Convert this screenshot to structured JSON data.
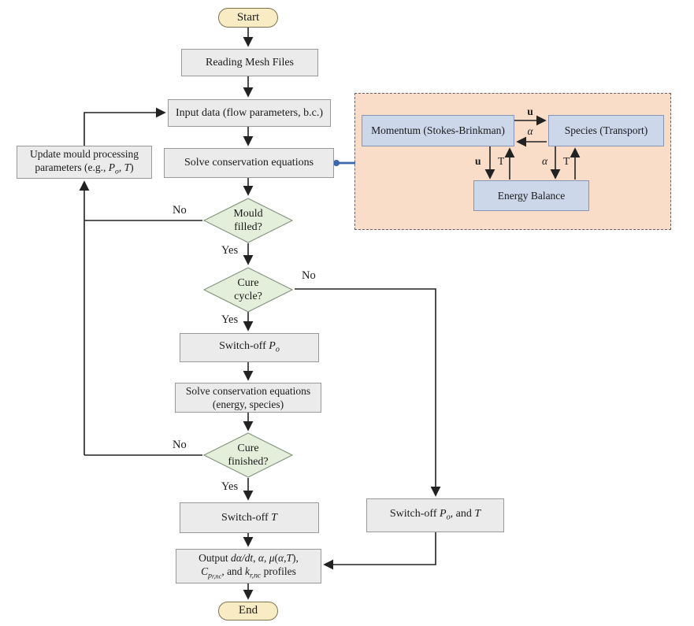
{
  "diagram": {
    "nodes": {
      "start": {
        "label": "Start"
      },
      "reading_mesh": {
        "label": "Reading Mesh Files"
      },
      "input_data": {
        "label": "Input data (flow parameters, b.c.)"
      },
      "solve_conservation": {
        "label": "Solve conservation equations"
      },
      "mould_filled": {
        "line1": "Mould",
        "line2": "filled?"
      },
      "cure_cycle": {
        "line1": "Cure",
        "line2": "cycle?"
      },
      "switch_off_po": {
        "label_rich": [
          {
            "c": "",
            "v": "Switch-off "
          },
          {
            "c": "it",
            "v": "P"
          },
          {
            "c": "sb",
            "v": "o"
          }
        ]
      },
      "solve_energy_species": {
        "line1": "Solve conservation equations",
        "line2": "(energy, species)"
      },
      "cure_finished": {
        "line1": "Cure",
        "line2": "finished?"
      },
      "switch_off_t": {
        "label_rich": [
          {
            "c": "",
            "v": "Switch-off "
          },
          {
            "c": "it",
            "v": "T"
          }
        ]
      },
      "output": {
        "line1_rich": [
          {
            "c": "",
            "v": "Output "
          },
          {
            "c": "it",
            "v": "dα/dt"
          },
          {
            "c": "",
            "v": ", "
          },
          {
            "c": "it",
            "v": "α"
          },
          {
            "c": "",
            "v": ", "
          },
          {
            "c": "it",
            "v": "μ"
          },
          {
            "c": "",
            "v": "("
          },
          {
            "c": "it",
            "v": "α"
          },
          {
            "c": "",
            "v": ","
          },
          {
            "c": "it",
            "v": "T"
          },
          {
            "c": "",
            "v": "),"
          }
        ],
        "line2_rich": [
          {
            "c": "it",
            "v": "C"
          },
          {
            "c": "sb",
            "v": "p"
          },
          {
            "c": "sb2",
            "v": "r,nc"
          },
          {
            "c": "",
            "v": ", and "
          },
          {
            "c": "it",
            "v": "k"
          },
          {
            "c": "sb",
            "v": "r,nc"
          },
          {
            "c": "",
            "v": " profiles"
          }
        ]
      },
      "end": {
        "label": "End"
      },
      "update_mould": {
        "line1": "Update mould processing",
        "line2_rich": [
          {
            "c": "",
            "v": "parameters (e.g., "
          },
          {
            "c": "it",
            "v": "P"
          },
          {
            "c": "sb",
            "v": "o"
          },
          {
            "c": "",
            "v": ", "
          },
          {
            "c": "it",
            "v": "T"
          },
          {
            "c": "",
            "v": ")"
          }
        ]
      },
      "switch_off_po_t": {
        "label_rich": [
          {
            "c": "",
            "v": "Switch-off "
          },
          {
            "c": "it",
            "v": "P"
          },
          {
            "c": "sb",
            "v": "o"
          },
          {
            "c": "",
            "v": ", and "
          },
          {
            "c": "it",
            "v": "T"
          }
        ]
      }
    },
    "edge_labels": {
      "mould_filled_no": "No",
      "mould_filled_yes": "Yes",
      "cure_cycle_no": "No",
      "cure_cycle_yes": "Yes",
      "cure_finished_no": "No",
      "cure_finished_yes": "Yes"
    },
    "inset": {
      "momentum": {
        "label": "Momentum (Stokes-Brinkman)"
      },
      "species": {
        "label": "Species (Transport)"
      },
      "energy": {
        "label": "Energy Balance"
      },
      "arrow_labels": {
        "u_right": "u",
        "alpha_left": "α",
        "u_down": "u",
        "t_up_momentum": "T",
        "alpha_down": "α",
        "t_up_species": "T"
      }
    },
    "colors": {
      "process_fill": "#ebebeb",
      "process_border": "#999999",
      "decision_fill": "#e4efdb",
      "decision_border": "#84937c",
      "terminal_fill": "#f9ecc4",
      "terminal_border": "#7d7350",
      "panel_fill": "#f9ddc8",
      "panel_border": "#60606e",
      "inset_box_fill": "#ccd7ea",
      "inset_box_border": "#8795b5",
      "connector_blue": "#3a67ae",
      "line_color": "#222222"
    }
  }
}
